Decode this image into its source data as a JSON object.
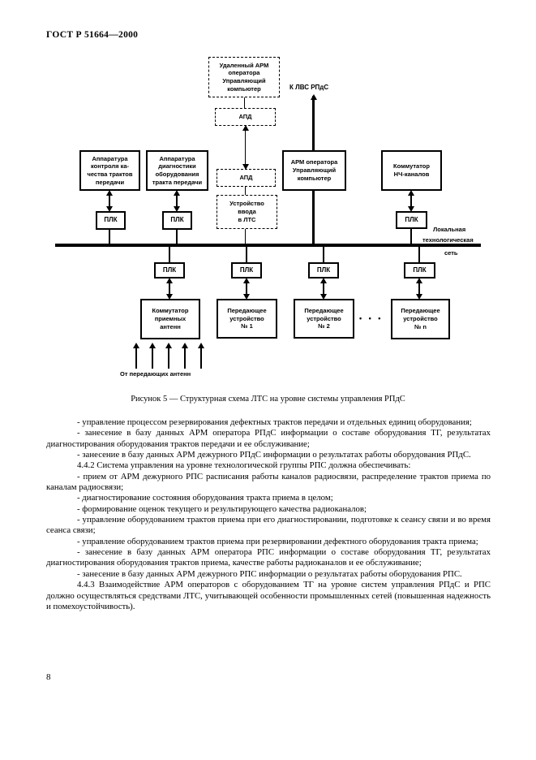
{
  "header": {
    "title": "ГОСТ Р 51664—2000"
  },
  "diagram": {
    "nodes": {
      "remote_arm": "Удаленный АРМ\nоператора\nУправляющий\nкомпьютер",
      "apd": "АПД",
      "input_device": "Устройство\nввода\nв ЛТС",
      "quality_control": "Аппаратура\nконтроля ка-\nчества трактов\nпередачи",
      "diagnostics": "Аппаратура\nдиагностики\nоборудования\nтракта передачи",
      "arm_operator": "АРМ оператора\nУправляющий\nкомпьютер",
      "nch_switch": "Коммутатор\nНЧ-каналов",
      "plk": "ПЛК",
      "antenna_switch": "Коммутатор\nприемных\nантенн",
      "tx1": "Передающее\nустройство\n№ 1",
      "tx2": "Передающее\nустройство\n№ 2",
      "txn": "Передающее\nустройство\n№ n",
      "dots": "• • •"
    },
    "labels": {
      "to_lan": "К ЛВС РПдС",
      "net_line1": "Локальная",
      "net_line2": "технологическая",
      "net_line3": "сеть",
      "from_antennas": "От передающих антенн"
    }
  },
  "figure": {
    "caption": "Рисунок 5 — Структурная схема ЛТС на уровне системы управления РПдС"
  },
  "body": {
    "paragraphs": [
      "- управление процессом резервирования дефектных трактов передачи и отдельных единиц оборудования;",
      "- занесение в базу данных АРМ оператора РПдС информации о составе оборудования ТГ, результатах диагностирования оборудования трактов передачи и ее обслуживание;",
      "- занесение в базу данных АРМ дежурного РПдС информации о результатах работы оборудования РПдС.",
      "4.4.2 Система управления на уровне технологической группы РПС должна обеспечивать:",
      "- прием от АРМ дежурного РПС расписания работы каналов радиосвязи, распределение трактов приема по каналам радиосвязи;",
      "- диагностирование состояния оборудования тракта приема в целом;",
      "- формирование оценок текущего и результирующего качества радиоканалов;",
      "- управление оборудованием трактов приема при его диагностировании, подготовке к сеансу связи и во время сеанса связи;",
      "- управление оборудованием трактов приема при резервировании дефектного оборудования тракта приема;",
      "- занесение в базу данных АРМ оператора РПС информации о составе оборудования ТГ, результатах диагностирования оборудования трактов приема, качестве работы радиоканалов и ее обслуживание;",
      "- занесение в базу данных АРМ дежурного РПС информации о результатах работы оборудования РПС.",
      "4.4.3 Взаимодействие АРМ операторов с оборудованием ТГ на уровне систем управления РПдС и РПС должно осуществляться средствами ЛТС, учитывающей особенности промышленных сетей (повышенная надежность и помехоустойчивость)."
    ]
  },
  "footer": {
    "page_number": "8"
  }
}
